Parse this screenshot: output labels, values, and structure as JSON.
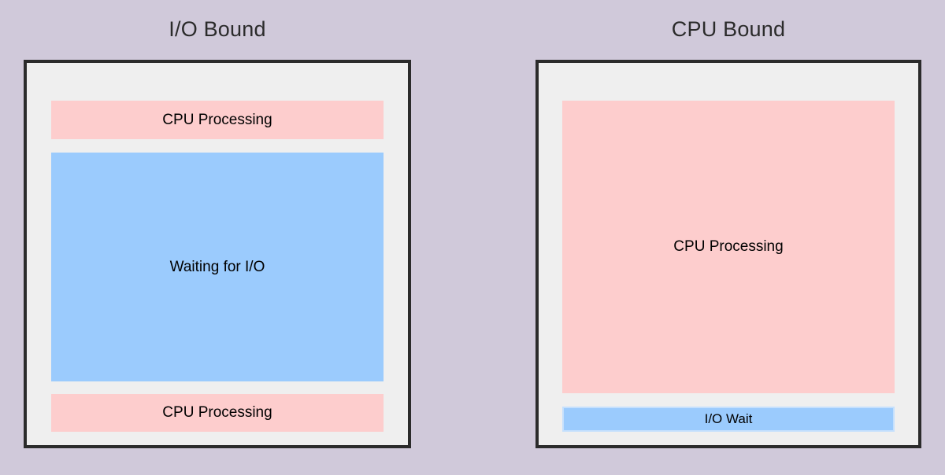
{
  "diagram": {
    "title": "",
    "colors": {
      "background": "#d0c9da",
      "panel_fill": "#efefef",
      "panel_border": "#2b2b2b",
      "cpu_block": "#fdcdcd",
      "io_block": "#9bcbfd",
      "io_block_border": "#c5e0fd",
      "title_text": "#2b2b2b",
      "block_text": "#000000"
    },
    "panels": [
      {
        "id": "io-bound",
        "title": "I/O Bound",
        "blocks": [
          {
            "id": "io-cpu-top",
            "label": "CPU Processing",
            "kind": "cpu"
          },
          {
            "id": "io-wait",
            "label": "Waiting for I/O",
            "kind": "io"
          },
          {
            "id": "io-cpu-bottom",
            "label": "CPU Processing",
            "kind": "cpu"
          }
        ]
      },
      {
        "id": "cpu-bound",
        "title": "CPU Bound",
        "blocks": [
          {
            "id": "cpu-main",
            "label": "CPU Processing",
            "kind": "cpu"
          },
          {
            "id": "cpu-iowait",
            "label": "I/O Wait",
            "kind": "io"
          }
        ]
      }
    ]
  }
}
